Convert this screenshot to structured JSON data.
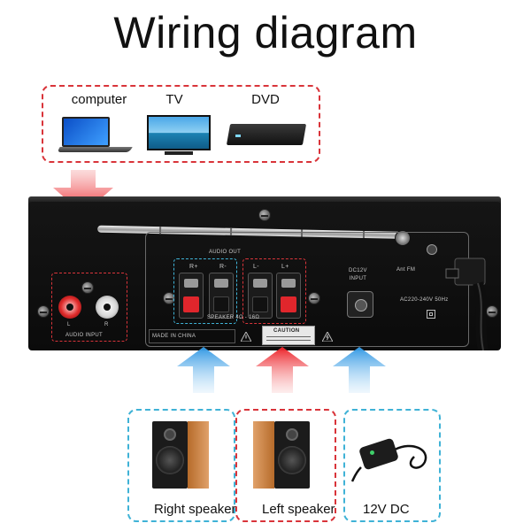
{
  "title": "Wiring diagram",
  "sources": {
    "computer": "computer",
    "tv": "TV",
    "dvd": "DVD"
  },
  "amplifier": {
    "audio_out": "AUDIO OUT",
    "r_plus": "R+",
    "r_minus": "R-",
    "l_minus": "L-",
    "l_plus": "L+",
    "speaker_rating": "SPEAKER 4Ω - 16Ω",
    "dc_input": "DC12V\nINPUT",
    "ant_fm": "Ant FM",
    "ac_rating": "AC220-240V 50Hz",
    "rca_l": "L",
    "rca_r": "R",
    "audio_input": "AUDIO INPUT",
    "made_in": "MADE IN CHINA",
    "caution": "CAUTION"
  },
  "outputs": {
    "right_speaker": "Right speaker",
    "left_speaker": "Left speaker",
    "dc": "12V DC"
  },
  "colors": {
    "red_dash": "#d9343a",
    "blue_dash": "#3fb2d6",
    "red_arrow": "#ec1f26",
    "blue_arrow": "#2f97e3",
    "terminal_red": "#e0262c"
  }
}
